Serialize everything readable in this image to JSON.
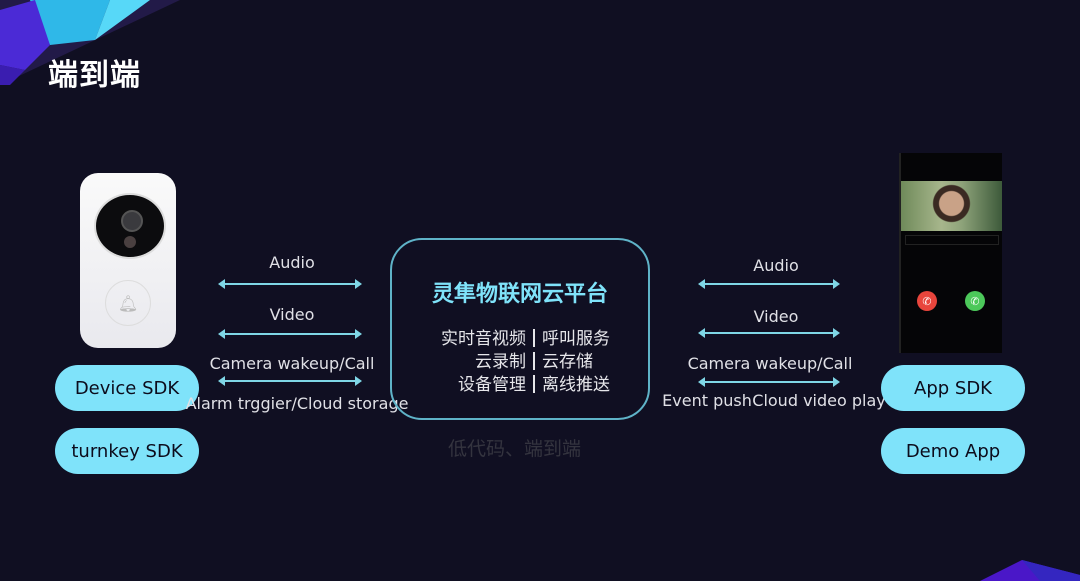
{
  "title": "端到端",
  "colors": {
    "background": "#100f22",
    "accent": "#7fe3fa",
    "arrow": "#7fd6e6"
  },
  "left": {
    "device_image": "smart-doorbell",
    "buttons": [
      "Device SDK",
      "turnkey SDK"
    ],
    "links": [
      "Audio",
      "Video",
      "Camera wakeup/Call",
      "Alarm trggier/Cloud storage"
    ]
  },
  "platform": {
    "title": "灵隼物联网云平台",
    "rows": [
      [
        "实时音视频",
        "呼叫服务"
      ],
      [
        "云录制",
        "云存储"
      ],
      [
        "设备管理",
        "离线推送"
      ]
    ],
    "caption": "低代码、端到端"
  },
  "right": {
    "device_image": "phone-video-call",
    "buttons": [
      "App SDK",
      "Demo App"
    ],
    "links": [
      "Audio",
      "Video",
      "Camera wakeup/Call",
      "Event push",
      "Cloud video play"
    ]
  }
}
